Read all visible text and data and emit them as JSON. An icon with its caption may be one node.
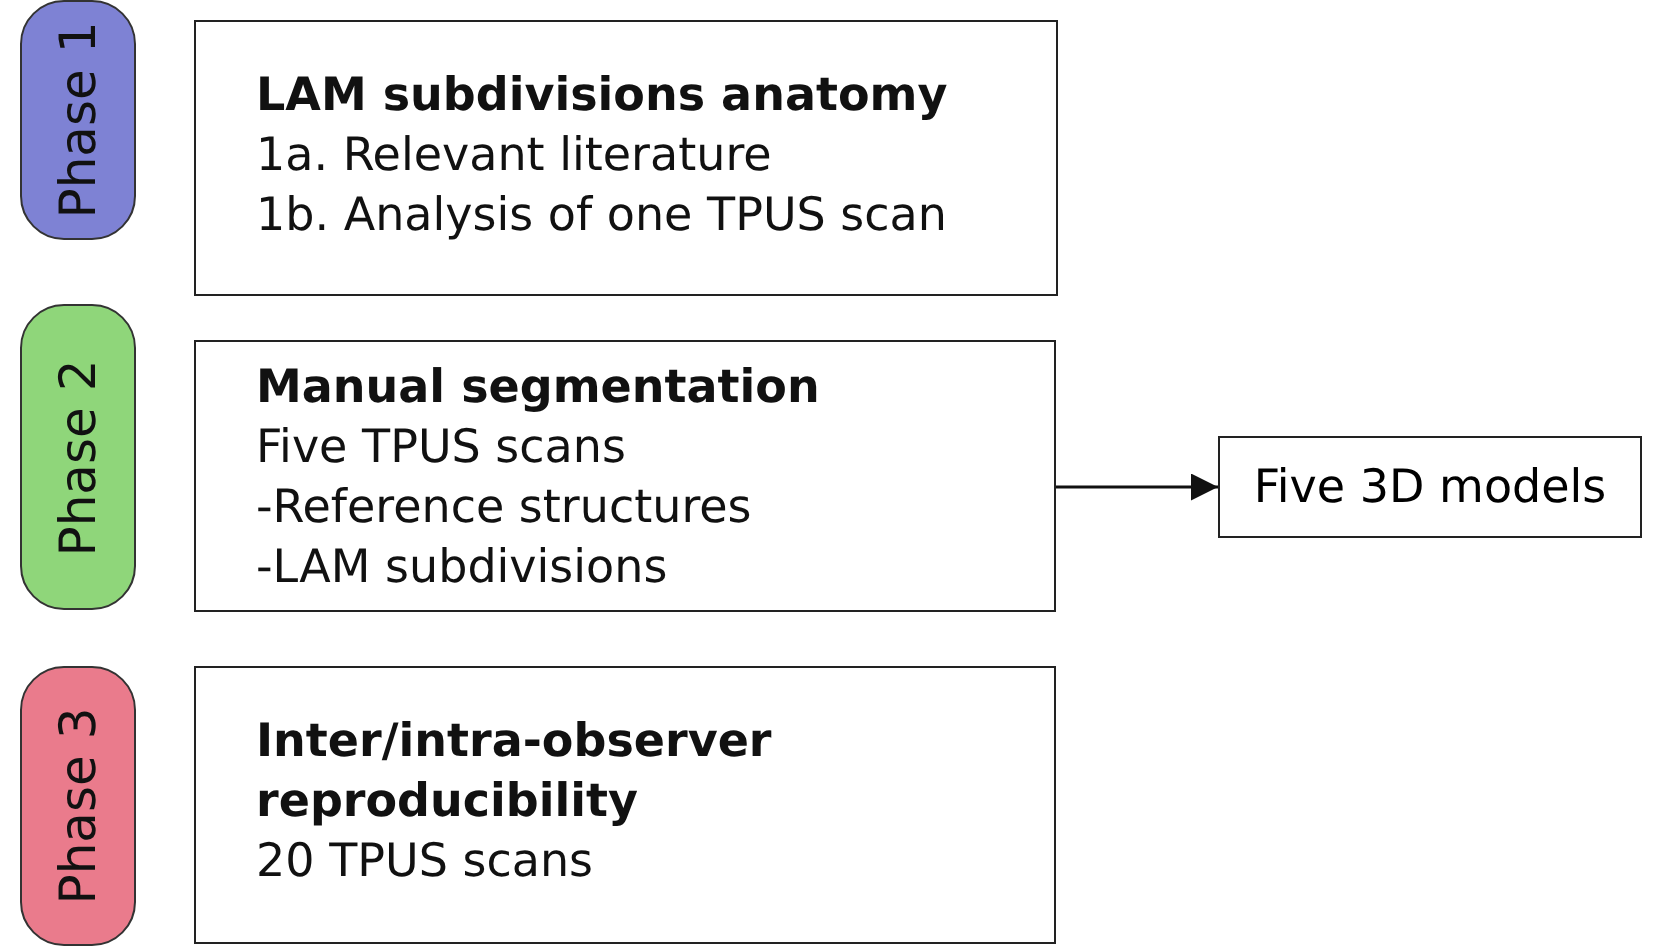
{
  "diagram": {
    "nodes": [
      {
        "text": [
          "Phase 1"
        ]
      },
      {
        "text": [
          "LAM subdivisions anatomy",
          "1a. Relevant literature",
          "1b. Analysis of one TPUS scan"
        ]
      },
      {
        "text": [
          "Phase 2"
        ]
      },
      {
        "text": [
          "Manual segmentation",
          "Five TPUS scans",
          "-Reference structures",
          "-LAM subdivisions"
        ]
      },
      {
        "text": [
          "Five 3D models"
        ]
      },
      {
        "text": [
          "Phase 3"
        ]
      },
      {
        "text": [
          "Inter/intra-observer reproducibility",
          "20 TPUS scans"
        ]
      }
    ],
    "edges": [
      {
        "from": 3,
        "to": 4,
        "arrow": "to"
      }
    ]
  }
}
